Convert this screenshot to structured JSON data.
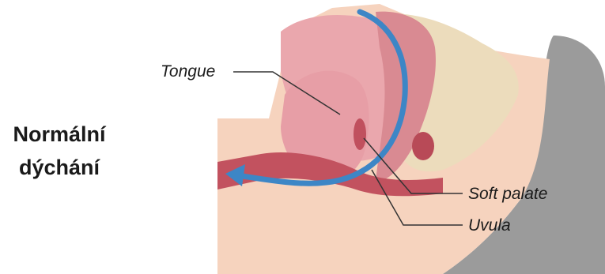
{
  "title": {
    "line1": "Normální",
    "line2": "dýchání"
  },
  "labels": {
    "tongue": "Tongue",
    "soft_palate": "Soft palate",
    "uvula": "Uvula"
  },
  "colors": {
    "skin": "#f6d2bd",
    "tissue_pink": "#eaa8ad",
    "tissue_dark": "#c0505e",
    "tissue_mid": "#d8848c",
    "bone": "#efe0c0",
    "pillow": "#9a9a9a",
    "airflow": "#3d86c6",
    "line": "#333333"
  }
}
